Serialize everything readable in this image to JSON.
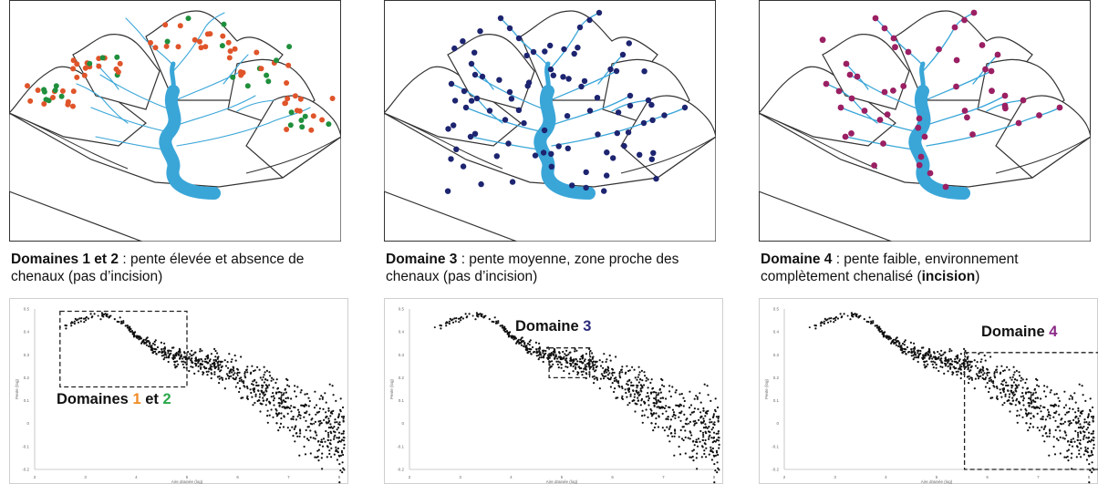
{
  "colors": {
    "river": "#3aa6d8",
    "outline": "#333333",
    "dot_domain1": "#e0542a",
    "dot_domain2": "#1f8f3c",
    "dot_domain3": "#1d2470",
    "dot_domain4": "#9a1f63",
    "num_orange": "#f08a24",
    "num_green": "#2aa84a",
    "num_navy": "#2a2a7a",
    "num_purple": "#8a2a86"
  },
  "panels": [
    {
      "caption_bold": "Domaines 1 et 2",
      "caption_rest": " : pente élevée et absence de chenaux (pas d’incision)",
      "label_prefix": "Domaines ",
      "label_n1": "1",
      "label_mid": " et ",
      "label_n2": "2"
    },
    {
      "caption_bold": "Domaine 3",
      "caption_rest": " : pente moyenne, zone proche des chenaux (pas d’incision)",
      "label_prefix": "Domaine ",
      "label_n1": "3"
    },
    {
      "caption_bold": "Domaine 4",
      "caption_rest_1": " : pente faible, environnement complètement chenalisé (",
      "caption_bold_2": "incision",
      "caption_rest_2": ")",
      "label_prefix": "Domaine ",
      "label_n1": "4"
    }
  ],
  "chart_data": {
    "type": "scatter",
    "xlabel": "Aire drainée (log)",
    "ylabel": "Pente (log)",
    "xlim": [
      2,
      8
    ],
    "ylim": [
      -0.2,
      0.5
    ],
    "x_ticks": [
      "2",
      "3",
      "4",
      "5",
      "6",
      "7",
      "8"
    ],
    "y_ticks": [
      "0.5",
      "0.4",
      "0.3",
      "0.2",
      "0.1",
      "0",
      "-0.1",
      "-0.2"
    ],
    "series": [
      {
        "values": [
          [
            2.5,
            0.42
          ],
          [
            2.75,
            0.44
          ],
          [
            3.0,
            0.46
          ],
          [
            3.25,
            0.47
          ],
          [
            3.5,
            0.47
          ],
          [
            3.75,
            0.44
          ],
          [
            4.0,
            0.38
          ],
          [
            4.5,
            0.31
          ],
          [
            5.0,
            0.28
          ],
          [
            5.5,
            0.26
          ],
          [
            6.0,
            0.21
          ],
          [
            6.5,
            0.13
          ],
          [
            7.0,
            0.07
          ],
          [
            7.5,
            0.0
          ],
          [
            8.0,
            -0.06
          ]
        ]
      }
    ],
    "boxes": [
      {
        "panel": 0,
        "x": [
          2.5,
          5.0
        ],
        "y": [
          0.16,
          0.49
        ]
      },
      {
        "panel": 1,
        "x": [
          4.75,
          5.55
        ],
        "y": [
          0.2,
          0.33
        ]
      },
      {
        "panel": 2,
        "x": [
          5.55,
          8.5
        ],
        "y": [
          -0.2,
          0.31
        ]
      }
    ]
  }
}
